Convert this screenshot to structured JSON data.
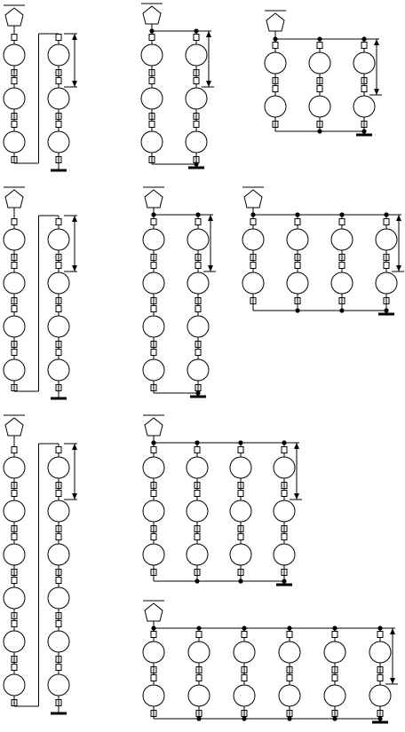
{
  "diagrams": [
    {
      "id": "d1",
      "topology": "series",
      "columns": 2,
      "modules_per_column": 3
    },
    {
      "id": "d2",
      "topology": "parallel",
      "columns": 2,
      "modules_per_column": 3
    },
    {
      "id": "d3",
      "topology": "parallel",
      "columns": 3,
      "modules_per_column": 2
    },
    {
      "id": "d4",
      "topology": "series",
      "columns": 2,
      "modules_per_column": 4
    },
    {
      "id": "d5",
      "topology": "parallel",
      "columns": 2,
      "modules_per_column": 4
    },
    {
      "id": "d6",
      "topology": "parallel",
      "columns": 4,
      "modules_per_column": 2
    },
    {
      "id": "d7",
      "topology": "series",
      "columns": 2,
      "modules_per_column": 6
    },
    {
      "id": "d8",
      "topology": "parallel",
      "columns": 4,
      "modules_per_column": 3
    },
    {
      "id": "d9",
      "topology": "parallel",
      "columns": 6,
      "modules_per_column": 2
    }
  ],
  "symbols": {
    "source": "pentagon-source-icon",
    "module": "circle-module-icon",
    "connector": "rectangular-connector-icon",
    "ground": "ground-bar-icon",
    "node": "junction-dot-icon",
    "span": "double-arrow-dimension-icon"
  },
  "colors": {
    "ink": "#000000",
    "paper": "#ffffff"
  }
}
